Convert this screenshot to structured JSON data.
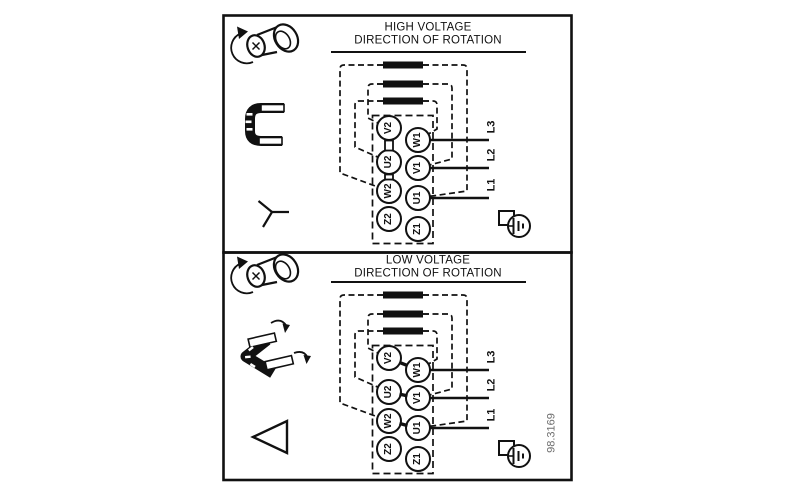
{
  "drawing_number": "98.3169",
  "colors": {
    "line": "#111111",
    "muted": "#6e6e6e",
    "background": "#ffffff"
  },
  "panels": [
    {
      "name": "high-voltage",
      "title_line1": "HIGH VOLTAGE",
      "title_line2": "DIRECTION OF ROTATION",
      "connection": "star",
      "terminals_left": [
        "V2",
        "U2",
        "W2",
        "Z2"
      ],
      "terminals_right": [
        "W1",
        "V1",
        "U1",
        "Z1"
      ],
      "lines": [
        "L3",
        "L2",
        "L1"
      ],
      "icons": [
        "shaft-rotation-icon",
        "star-links-icon",
        "star-symbol",
        "ground-icon"
      ]
    },
    {
      "name": "low-voltage",
      "title_line1": "LOW VOLTAGE",
      "title_line2": "DIRECTION OF ROTATION",
      "connection": "delta",
      "terminals_left": [
        "V2",
        "U2",
        "W2",
        "Z2"
      ],
      "terminals_right": [
        "W1",
        "V1",
        "U1",
        "Z1"
      ],
      "lines": [
        "L3",
        "L2",
        "L1"
      ],
      "icons": [
        "shaft-rotation-icon",
        "delta-links-icon",
        "delta-symbol",
        "ground-icon"
      ]
    }
  ]
}
